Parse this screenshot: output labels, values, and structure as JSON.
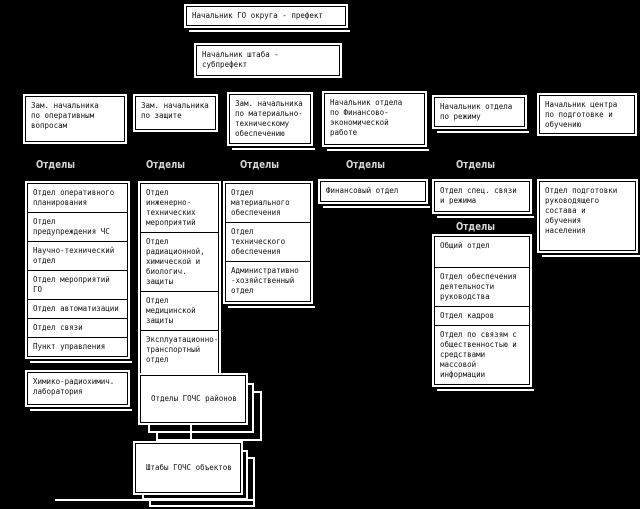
{
  "colors": {
    "background": "#000000",
    "box_background": "#ffffff",
    "box_text": "#111111",
    "header_text": "#d6d6d6",
    "line": "#ffffff"
  },
  "top_boxes": {
    "chief": "Начальник ГО округа - префект",
    "staff_chief": "Начальник штаба -\nсубпрефект"
  },
  "deputies": [
    "Зам. начальника\nпо оперативным\nвопросам",
    "Зам. начальника\nпо защите",
    "Зам. начальника\nпо материально-\nтехническому\nобеспечению",
    "Начальник отдела\nпо Финансово-\nэкономической\nработе",
    "Начальник отдела\nпо режиму",
    "Начальник центра\nпо подготовке и\nобучению"
  ],
  "section_header_label": "Отделы",
  "columns": {
    "operations": [
      "Отдел оперативного\nпланирования",
      "Отдел\nпредупреждения ЧС",
      "Научно-технический\nотдел",
      "Отдел мероприятий\nГО",
      "Отдел автоматизации",
      "Отдел связи",
      "Пункт управления"
    ],
    "protection": [
      "Отдел\nинженерно-\nтехнических\nмероприятий",
      "Отдел\nрадиационной,\nхимической и\nбиологич.\nзащиты",
      "Отдел\nмедицинской\nзащиты",
      "Эксплуатационно-\nтранспортный\nотдел"
    ],
    "logistics": [
      "Отдел\nматериального\nобеспечения",
      "Отдел\nтехнического\nобеспечения",
      "Административно\n-хозяйственный\nотдел"
    ],
    "finance": "Финансовый отдел",
    "regime_top": "Отдел спец. связи\nи режима",
    "regime": [
      "Общий отдел",
      "Отдел обеспечения\nдеятельности\nруководства",
      "Отдел кадров",
      "Отдел по связям с\nобщественностью и\nсредствами\nмассовой\nинформации"
    ],
    "training": "Отдел подготовки\nруководящего\nсостава и\nобучения\nнаселения"
  },
  "bottom": {
    "lab": "Химико-радиохимич.\nлаборатория",
    "district_departments": "Отделы ГОЧС районов",
    "facility_staffs": "Штабы ГОЧС объектов"
  }
}
